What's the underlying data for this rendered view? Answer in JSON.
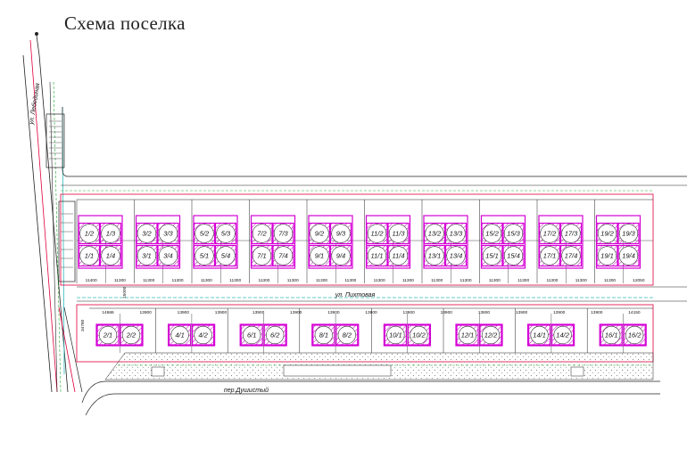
{
  "title": "Схема поселка",
  "streets": {
    "lebedinaya": "ул. Лебединая",
    "pikhtovaya": "ул. Пихтовая",
    "dushisty": "пер.Душистый"
  },
  "colors": {
    "plot_outline": "#d400d4",
    "boundary": "#e0003c",
    "line": "#222222",
    "lawn": "#22aa33",
    "aqua": "#33bbbb"
  },
  "top_row": {
    "blocks": [
      {
        "plots": [
          "1/2",
          "1/3",
          "1/1",
          "1/4"
        ]
      },
      {
        "plots": [
          "3/2",
          "3/3",
          "3/1",
          "3/4"
        ]
      },
      {
        "plots": [
          "5/2",
          "5/3",
          "5/1",
          "5/4"
        ]
      },
      {
        "plots": [
          "7/2",
          "7/3",
          "7/1",
          "7/4"
        ]
      },
      {
        "plots": [
          "9/2",
          "9/3",
          "9/1",
          "9/4"
        ]
      },
      {
        "plots": [
          "11/2",
          "11/3",
          "11/1",
          "11/4"
        ]
      },
      {
        "plots": [
          "13/2",
          "13/3",
          "13/1",
          "13/4"
        ]
      },
      {
        "plots": [
          "15/2",
          "15/3",
          "15/1",
          "15/4"
        ]
      },
      {
        "plots": [
          "17/2",
          "17/3",
          "17/1",
          "17/4"
        ]
      },
      {
        "plots": [
          "19/2",
          "19/3",
          "19/1",
          "19/4"
        ]
      }
    ],
    "dims": [
      "11400",
      "11300",
      "11300",
      "11300",
      "11300",
      "11300",
      "11300",
      "11300",
      "11300",
      "11300",
      "11300",
      "11300",
      "11300",
      "11300",
      "11300",
      "11300",
      "11300",
      "11300",
      "11300",
      "12050"
    ]
  },
  "bottom_row": {
    "blocks": [
      {
        "plots": [
          "2/1",
          "2/2"
        ]
      },
      {
        "plots": [
          "4/1",
          "4/2"
        ]
      },
      {
        "plots": [
          "6/1",
          "6/2"
        ]
      },
      {
        "plots": [
          "8/1",
          "8/2"
        ]
      },
      {
        "plots": [
          "10/1",
          "10/2"
        ]
      },
      {
        "plots": [
          "12/1",
          "12/2"
        ]
      },
      {
        "plots": [
          "14/1",
          "14/2"
        ]
      },
      {
        "plots": [
          "16/1",
          "16/2"
        ]
      }
    ],
    "dims": [
      "14686",
      "13900",
      "13900",
      "13900",
      "13900",
      "13900",
      "13900",
      "13900",
      "13900",
      "13900",
      "13900",
      "13900",
      "13900",
      "13900",
      "14150"
    ]
  },
  "side_dims": {
    "road_gap": "15000",
    "bottom_depth": "34780"
  }
}
